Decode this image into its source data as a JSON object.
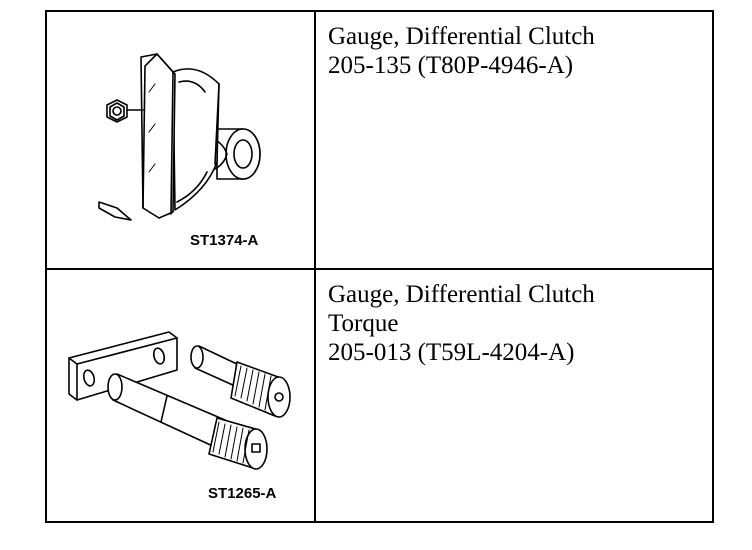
{
  "tools": [
    {
      "figure_label": "ST1374-A",
      "icon": "differential-clutch-gauge-illustration",
      "lines": [
        "Gauge, Differential Clutch",
        "205-135 (T80P-4946-A)"
      ]
    },
    {
      "figure_label": "ST1265-A",
      "icon": "differential-clutch-torque-gauge-illustration",
      "lines": [
        "Gauge, Differential Clutch",
        "Torque",
        "205-013 (T59L-4204-A)"
      ]
    }
  ]
}
